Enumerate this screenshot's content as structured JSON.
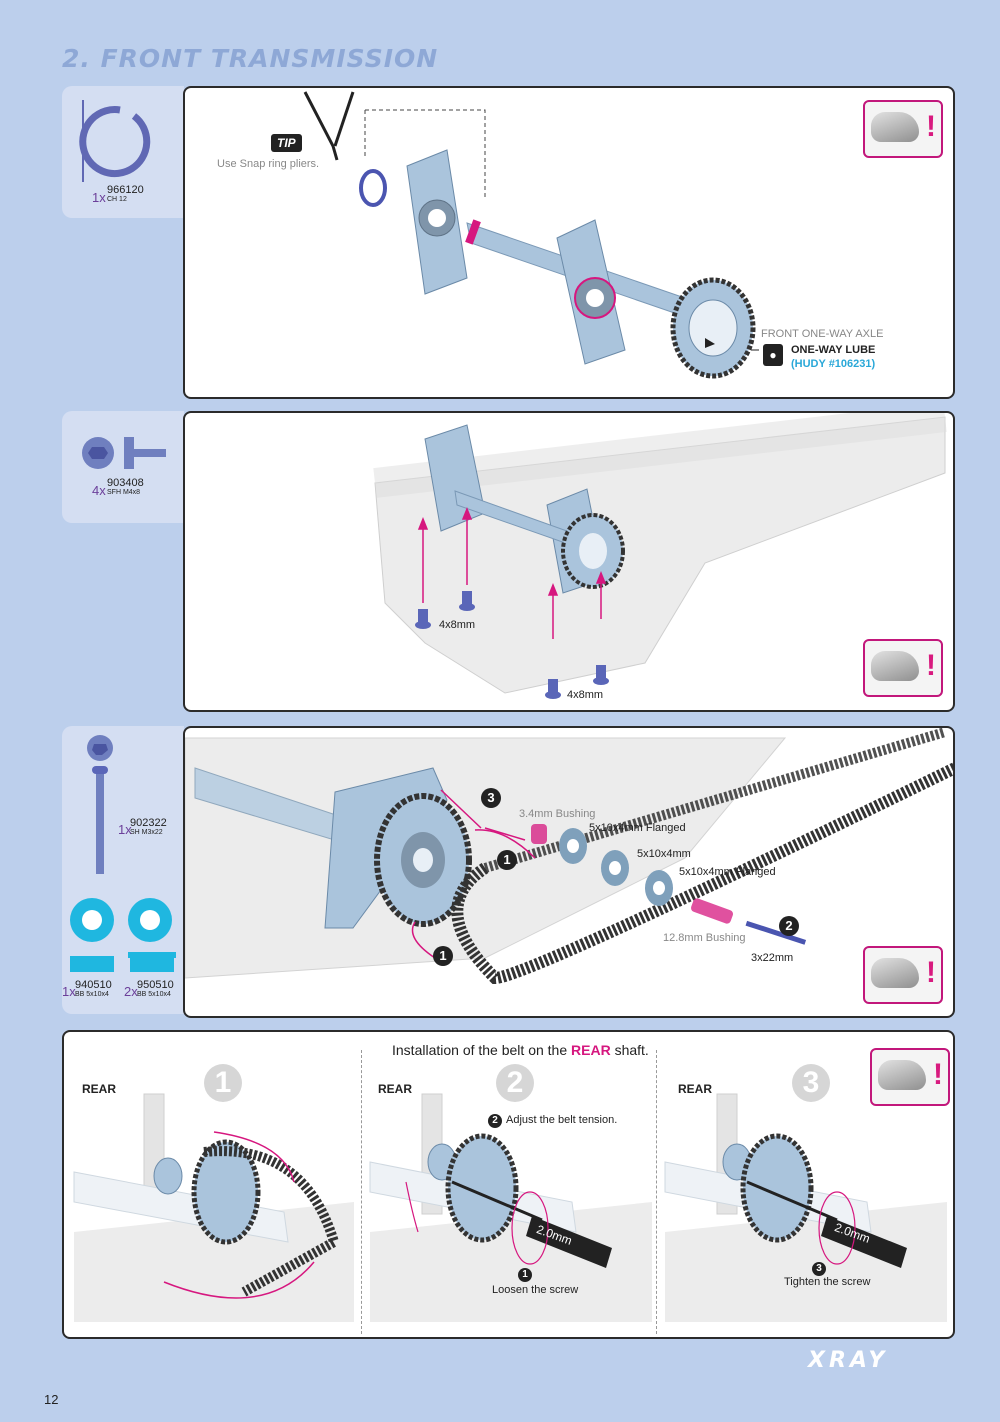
{
  "page": {
    "title": "2. FRONT TRANSMISSION",
    "page_number": "12",
    "logo": "XRAY"
  },
  "step1": {
    "part": {
      "qty": "1x",
      "number": "966120",
      "desc": "CH 12"
    },
    "tip_badge": "TIP",
    "tip_text": "Use Snap ring pliers.",
    "axle_label": "FRONT ONE-WAY AXLE",
    "lube_label": "ONE-WAY LUBE",
    "lube_ref": "(HUDY #106231)"
  },
  "step2": {
    "part": {
      "qty": "4x",
      "number": "903408",
      "desc": "SFH M4x8"
    },
    "screw_label_a": "4x8mm",
    "screw_label_b": "4x8mm"
  },
  "step3": {
    "parts": [
      {
        "qty": "1x",
        "number": "902322",
        "desc": "SH M3x22"
      },
      {
        "qty": "1x",
        "number": "940510",
        "desc": "BB 5x10x4"
      },
      {
        "qty": "2x",
        "number": "950510",
        "desc": "BB 5x10x4"
      }
    ],
    "labels": {
      "bushing_small": "3.4mm Bushing",
      "flanged_1": "5x10x4mm Flanged",
      "plain": "5x10x4mm",
      "flanged_2": "5x10x4mm Flanged",
      "bushing_long": "12.8mm Bushing",
      "screw": "3x22mm"
    },
    "step_numbers": [
      "3",
      "1",
      "2",
      "1"
    ]
  },
  "step4": {
    "caption_pre": "Installation of the belt on the ",
    "caption_rear": "REAR",
    "caption_post": " shaft.",
    "rear_tag": "REAR",
    "big_steps": [
      "1",
      "2",
      "3"
    ],
    "adjust_num": "2",
    "adjust_text": "Adjust the belt tension.",
    "loosen_num": "1",
    "loosen_text": "Loosen the screw",
    "tighten_num": "3",
    "tighten_text": "Tighten the screw",
    "tool_label": "2.0mm"
  },
  "colors": {
    "background": "#bccfec",
    "accent": "#d6177f",
    "part_blue": "#aac4dc",
    "title_blue": "#8ea8d6"
  }
}
